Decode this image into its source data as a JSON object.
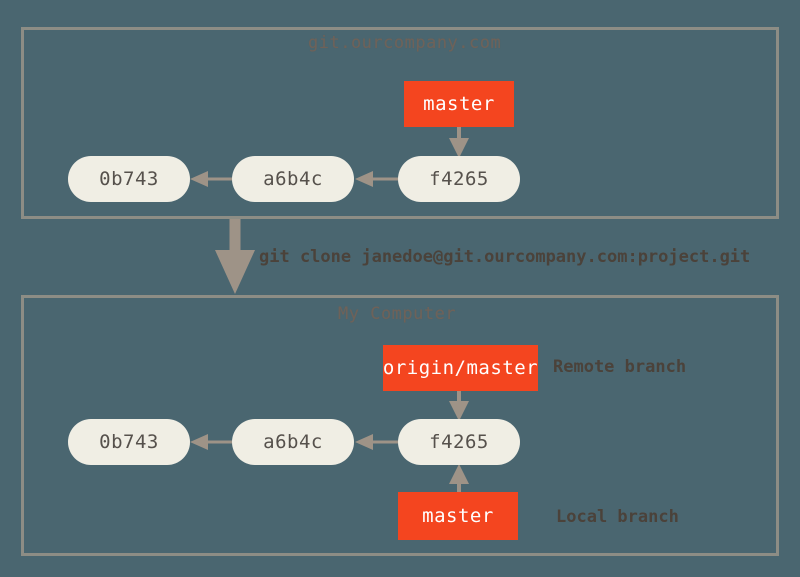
{
  "diagram": {
    "title": "git clone from remote server",
    "background_color": "#4a6670",
    "frame_border_color": "#8d8d85",
    "commit_fill_color": "#f0eee4",
    "commit_text_color": "#56514c",
    "branch_box_color": "#f4451f",
    "branch_text_color": "#ffffff",
    "annotation_text_color": "#4b423a",
    "section_title_color": "#6e6259",
    "arrow_color": "#9e9387"
  },
  "sections": {
    "remote": {
      "title": "git.ourcompany.com",
      "commits": [
        {
          "id": "0b743"
        },
        {
          "id": "a6b4c"
        },
        {
          "id": "f4265"
        }
      ],
      "branches": [
        {
          "label": "master",
          "points_to": "f4265"
        }
      ]
    },
    "local": {
      "title": "My Computer",
      "commits": [
        {
          "id": "0b743"
        },
        {
          "id": "a6b4c"
        },
        {
          "id": "f4265"
        }
      ],
      "branches": [
        {
          "label": "origin/master",
          "points_to": "f4265",
          "annotation": "Remote branch"
        },
        {
          "label": "master",
          "points_to": "f4265",
          "annotation": "Local branch"
        }
      ]
    }
  },
  "command": {
    "text": "git clone janedoe@git.ourcompany.com:project.git"
  }
}
